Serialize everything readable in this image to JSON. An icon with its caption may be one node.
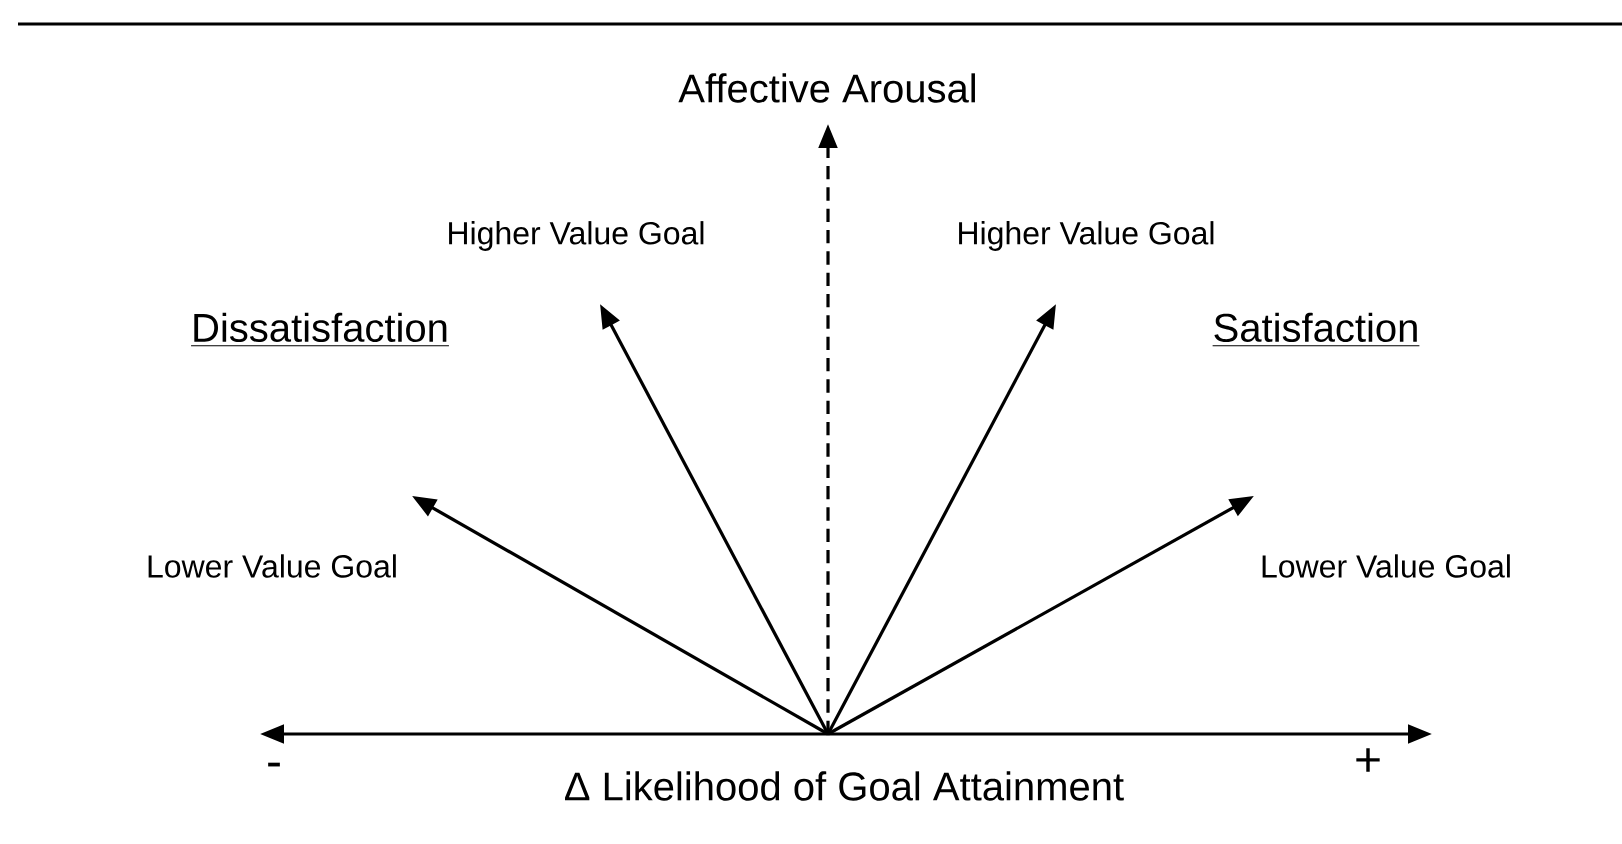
{
  "diagram": {
    "nodes": [
      {
        "text": [
          "Affective Arousal"
        ]
      },
      {
        "text": [
          "Higher Value Goal"
        ]
      },
      {
        "text": [
          "Higher Value Goal"
        ]
      },
      {
        "text": [
          "Lower Value Goal"
        ]
      },
      {
        "text": [
          "Lower Value Goal"
        ]
      }
    ],
    "edges": [
      {
        "from": null,
        "to": 0,
        "arrow": "to",
        "style": "dashed"
      },
      {
        "from": null,
        "to": 1,
        "arrow": "to"
      },
      {
        "from": null,
        "to": 2,
        "arrow": "to"
      },
      {
        "from": null,
        "to": 3,
        "arrow": "to"
      },
      {
        "from": null,
        "to": 4,
        "arrow": "to"
      }
    ],
    "labels": [
      "Dissatisfaction",
      "Satisfaction",
      "-",
      "Δ Likelihood of Goal Attainment",
      "+"
    ]
  }
}
